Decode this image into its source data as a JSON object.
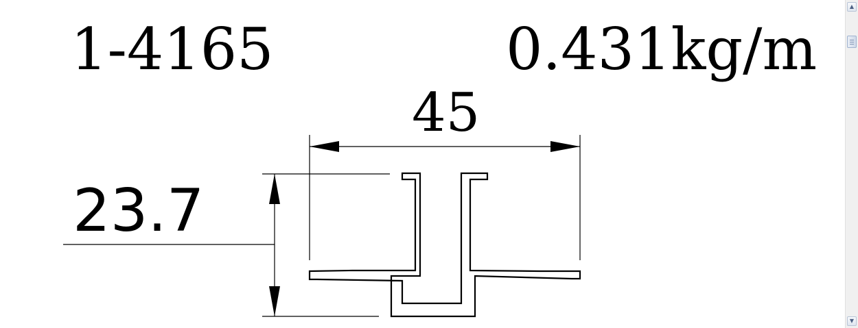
{
  "drawing": {
    "part_number": "1-4165",
    "weight": "0.431kg/m",
    "dimensions": {
      "width": "45",
      "height": "23.7"
    }
  },
  "scrollbar": {
    "up_icon": "triangle-up-icon",
    "down_icon": "triangle-down-icon",
    "up_glyph": "▲",
    "down_glyph": "▼"
  }
}
